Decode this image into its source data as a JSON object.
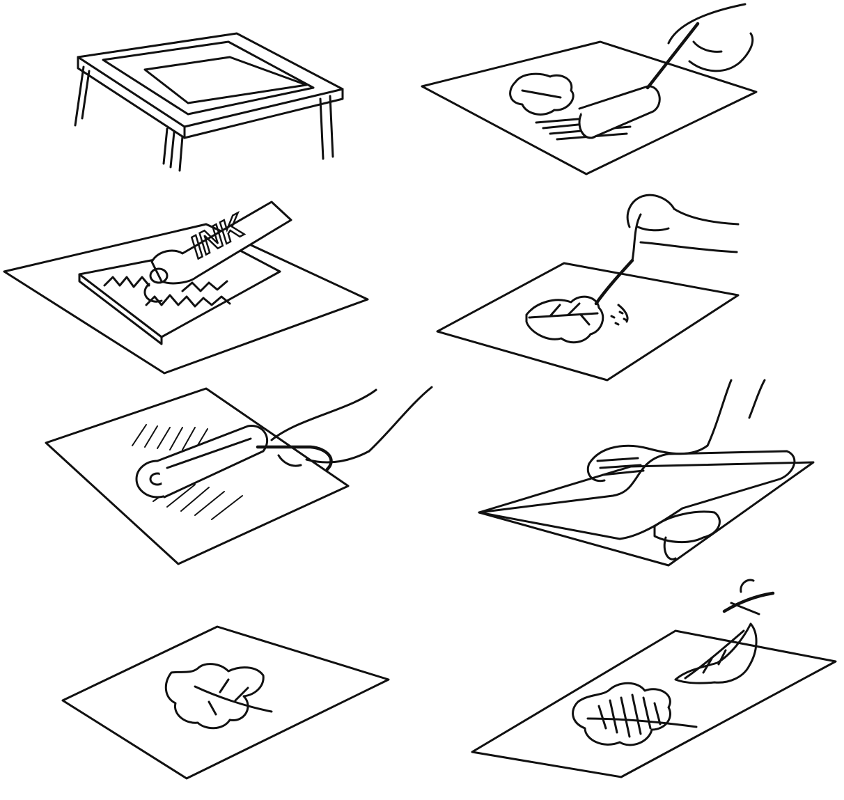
{
  "illustration": {
    "tube_label": "INK"
  },
  "colors": {
    "ink": "#111111",
    "paper": "#ffffff"
  },
  "steps": [
    {
      "name": "table",
      "icon": "table-icon"
    },
    {
      "name": "roll-leaf",
      "icon": "roller-icon"
    },
    {
      "name": "squeeze-ink",
      "icon": "ink-tube-icon"
    },
    {
      "name": "place-leaf",
      "icon": "leaf-icon"
    },
    {
      "name": "roll-ink",
      "icon": "roller-icon"
    },
    {
      "name": "press-paper",
      "icon": "hand-icon"
    },
    {
      "name": "plain-leaf",
      "icon": "leaf-icon"
    },
    {
      "name": "leaf-print",
      "icon": "leaf-icon"
    }
  ]
}
